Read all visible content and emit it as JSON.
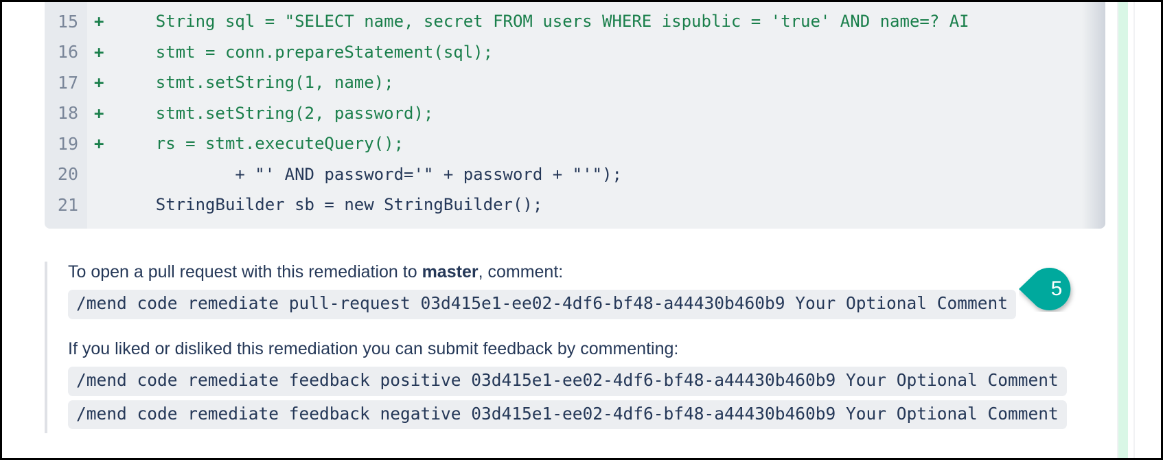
{
  "colors": {
    "addition_text": "#1a7f4b",
    "context_text": "#253858",
    "code_bg": "#eff1f3",
    "gutter_bg": "#e7eaee",
    "inline_code_bg": "#eceef1",
    "callout_teal": "#00a99d",
    "scroll_strip_green": "#d9f7e6"
  },
  "diff": {
    "rows": [
      {
        "line_number": "15",
        "marker": "+",
        "type": "addition",
        "code": "    String sql = \"SELECT name, secret FROM users WHERE ispublic = 'true' AND name=? AI"
      },
      {
        "line_number": "16",
        "marker": "+",
        "type": "addition",
        "code": "    stmt = conn.prepareStatement(sql);"
      },
      {
        "line_number": "17",
        "marker": "+",
        "type": "addition",
        "code": "    stmt.setString(1, name);"
      },
      {
        "line_number": "18",
        "marker": "+",
        "type": "addition",
        "code": "    stmt.setString(2, password);"
      },
      {
        "line_number": "19",
        "marker": "+",
        "type": "addition",
        "code": "    rs = stmt.executeQuery();"
      },
      {
        "line_number": "20",
        "marker": "",
        "type": "context",
        "code": "            + \"' AND password='\" + password + \"'\");"
      },
      {
        "line_number": "21",
        "marker": "",
        "type": "context",
        "code": "    StringBuilder sb = new StringBuilder();"
      }
    ]
  },
  "remediation": {
    "pull_request_intro_before": "To open a pull request with this remediation to ",
    "pull_request_intro_branch": "master",
    "pull_request_intro_after": ", comment:",
    "pull_request_command": "/mend code remediate pull-request 03d415e1-ee02-4df6-bf48-a44430b460b9 Your Optional Comment",
    "feedback_intro": "If you liked or disliked this remediation you can submit feedback by commenting:",
    "feedback_positive_command": "/mend code remediate feedback positive 03d415e1-ee02-4df6-bf48-a44430b460b9 Your Optional Comment",
    "feedback_negative_command": "/mend code remediate feedback negative 03d415e1-ee02-4df6-bf48-a44430b460b9 Your Optional Comment"
  },
  "callout": {
    "number": "5"
  }
}
